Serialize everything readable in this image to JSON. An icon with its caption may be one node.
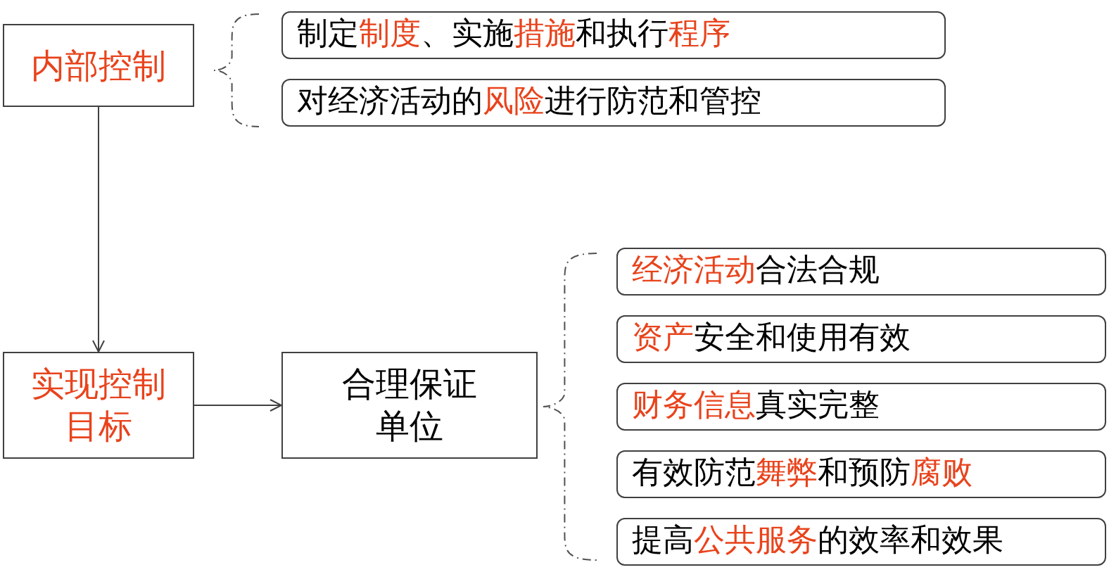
{
  "diagram": {
    "nodes": [
      {
        "text": [
          "内部控制"
        ]
      },
      {
        "text": [
          "制定**制度**、实施**措施**和执行**程序**"
        ]
      },
      {
        "text": [
          "对经济活动的**风险**进行防范和管控"
        ]
      },
      {
        "text": [
          "实现控制目标"
        ]
      },
      {
        "text": [
          "合理保证单位"
        ]
      },
      {
        "text": [
          "**经济活动**合法合规"
        ]
      },
      {
        "text": [
          "**资产**安全和使用有效"
        ]
      },
      {
        "text": [
          "**财务信息**真实完整"
        ]
      },
      {
        "text": [
          "有效防范**舞弊**和预防**腐败**"
        ]
      },
      {
        "text": [
          "提高**公共服务**的效率和效果"
        ]
      }
    ],
    "edges": [
      {
        "from": 0,
        "to": 3,
        "arrow": "to"
      },
      {
        "from": 3,
        "to": 4,
        "arrow": "to"
      }
    ]
  }
}
